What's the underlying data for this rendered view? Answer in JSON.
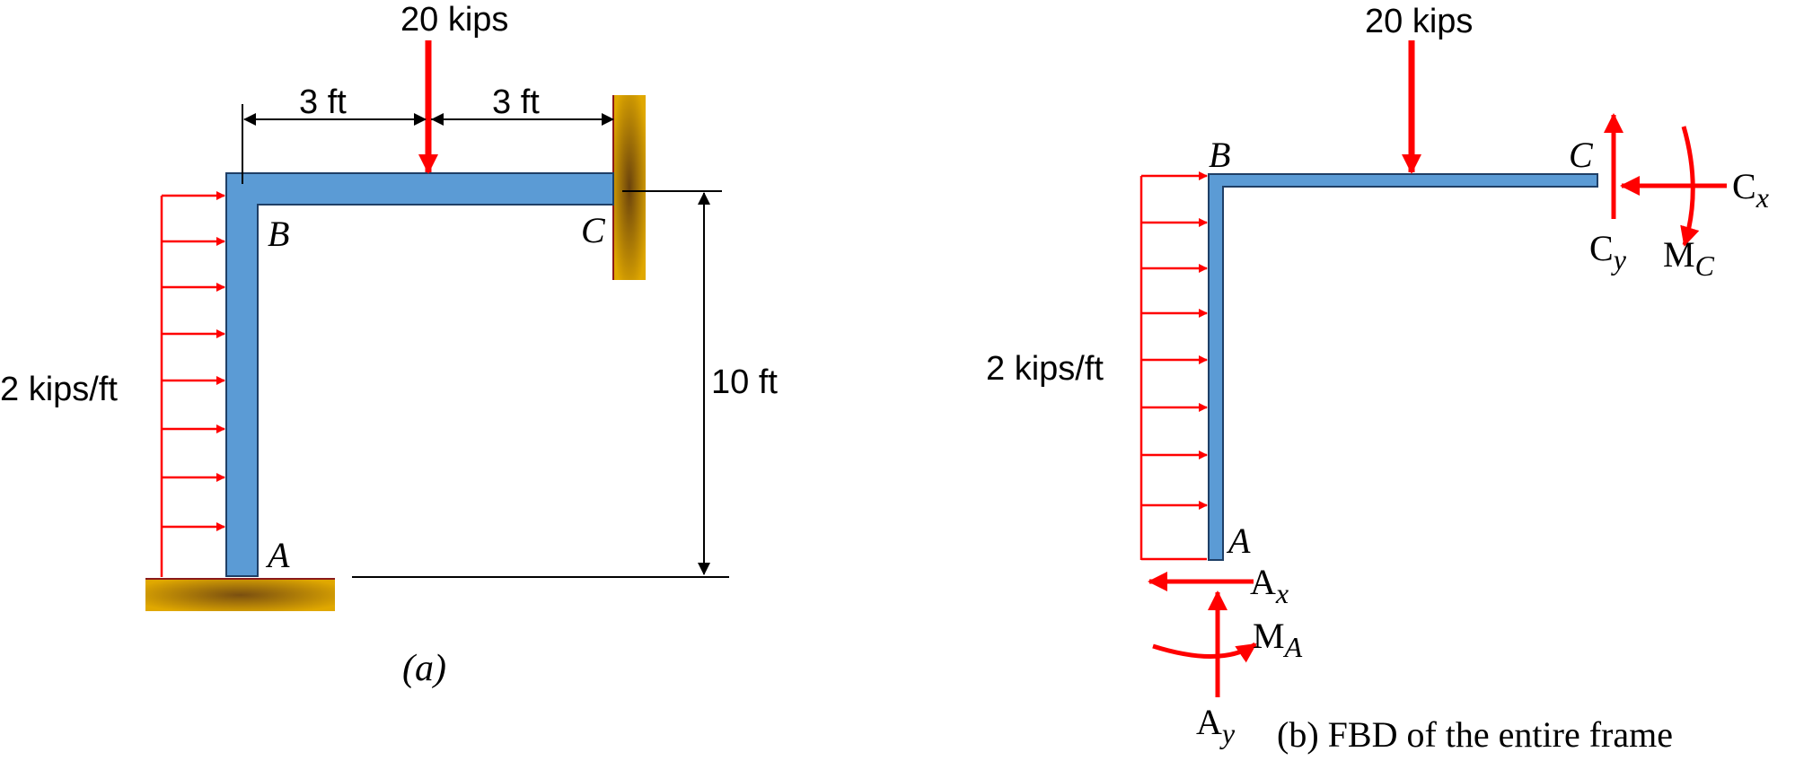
{
  "colors": {
    "member_fill": "#5b9bd5",
    "member_stroke": "#1f3f66",
    "load_red": "#ff0000",
    "support_gold": "#d4a017",
    "support_dark": "#8b5a12",
    "dim_black": "#000000"
  },
  "figure_a": {
    "caption": "(a)",
    "load_top": "20 kips",
    "dist_load": "2 kips/ft",
    "dim_left": "3 ft",
    "dim_right": "3 ft",
    "dim_height": "10 ft",
    "point_a": "A",
    "point_b": "B",
    "point_c": "C"
  },
  "figure_b": {
    "caption": "(b) FBD of the entire frame",
    "load_top": "20 kips",
    "dist_load": "2 kips/ft",
    "point_a": "A",
    "point_b": "B",
    "point_c": "C",
    "reaction_ax": "A",
    "reaction_ax_sub": "x",
    "reaction_ay": "A",
    "reaction_ay_sub": "y",
    "reaction_ma": "M",
    "reaction_ma_sub": "A",
    "reaction_cx": "C",
    "reaction_cx_sub": "x",
    "reaction_cy": "C",
    "reaction_cy_sub": "y",
    "reaction_mc": "M",
    "reaction_mc_sub": "C"
  }
}
